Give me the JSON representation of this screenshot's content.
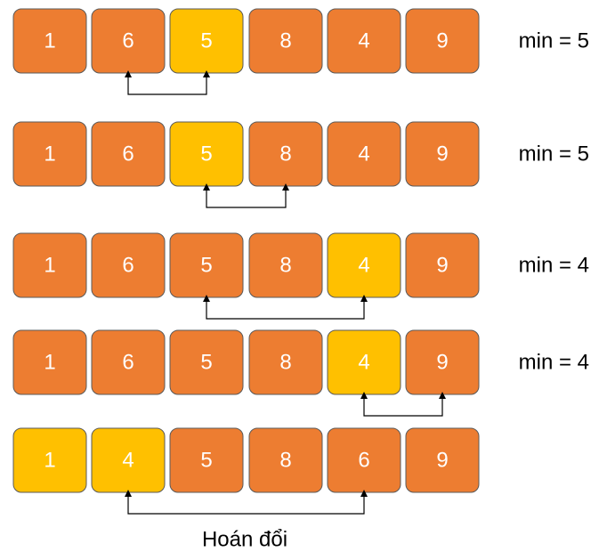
{
  "colors": {
    "normal": "#ED7D31",
    "highlight": "#FFC000",
    "text": "#FFFFFF",
    "connector": "#000000"
  },
  "rows": [
    {
      "values": [
        "1",
        "6",
        "5",
        "8",
        "4",
        "9"
      ],
      "highlight": [
        2
      ],
      "label": "min = 5",
      "arrow": [
        1,
        2
      ]
    },
    {
      "values": [
        "1",
        "6",
        "5",
        "8",
        "4",
        "9"
      ],
      "highlight": [
        2
      ],
      "label": "min = 5",
      "arrow": [
        2,
        3
      ]
    },
    {
      "values": [
        "1",
        "6",
        "5",
        "8",
        "4",
        "9"
      ],
      "highlight": [
        4
      ],
      "label": "min = 4",
      "arrow": [
        2,
        4
      ]
    },
    {
      "values": [
        "1",
        "6",
        "5",
        "8",
        "4",
        "9"
      ],
      "highlight": [
        4
      ],
      "label": "min = 4",
      "arrow": [
        4,
        5
      ]
    },
    {
      "values": [
        "1",
        "4",
        "5",
        "8",
        "6",
        "9"
      ],
      "highlight": [
        0,
        1
      ],
      "label": "",
      "arrow": [
        1,
        4
      ]
    }
  ],
  "caption": "Hoán đổi"
}
